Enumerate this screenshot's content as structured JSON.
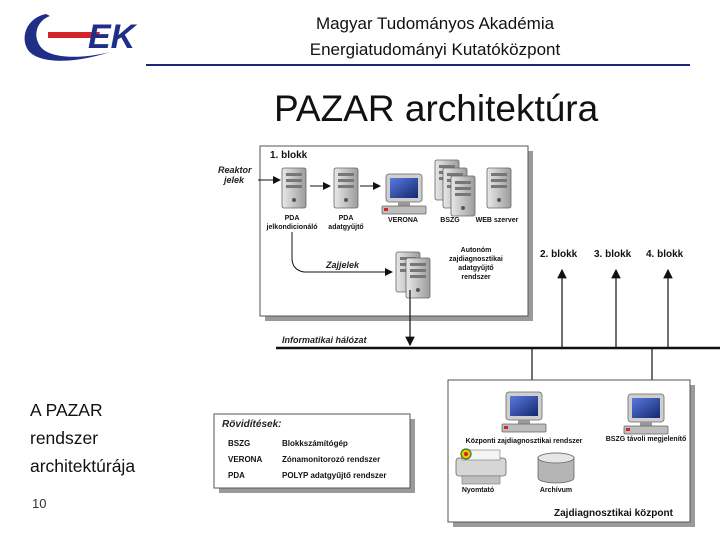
{
  "header": {
    "line1": "Magyar Tudományos Akadémia",
    "line2": "Energiatudományi Kutatóközpont",
    "logo_text": "EK"
  },
  "title": "PAZAR architektúra",
  "sidebar": {
    "lines": [
      "A PAZAR",
      "rendszer",
      "architektúrája"
    ]
  },
  "page_number": "10",
  "diagram": {
    "block1": {
      "title": "1. blokk",
      "input_label": [
        "Reaktor",
        "jelek"
      ],
      "devices": [
        {
          "label": [
            "PDA",
            "jelkondicionáló"
          ],
          "icon": "server-tower-icon"
        },
        {
          "label": [
            "PDA",
            "adatgyűjtő"
          ],
          "icon": "server-tower-icon"
        },
        {
          "label": [
            "VERONA"
          ],
          "icon": "workstation-icon"
        },
        {
          "label": [
            "BSZG"
          ],
          "icon": "server-cluster-icon"
        },
        {
          "label": [
            "WEB szerver"
          ],
          "icon": "server-tower-icon"
        }
      ],
      "noise_label": "Zajjelek",
      "autonomous": [
        "Autonóm",
        "zajdiagnosztikai",
        "adatgyűjtő",
        "rendszer"
      ]
    },
    "other_blocks": [
      "2. blokk",
      "3. blokk",
      "4. blokk"
    ],
    "network_label": "Informatikai hálózat",
    "legend": {
      "title": "Rövidítések:",
      "rows": [
        {
          "abbr": "BSZG",
          "meaning": "Blokkszámítógép"
        },
        {
          "abbr": "VERONA",
          "meaning": "Zónamonitorozó rendszer"
        },
        {
          "abbr": "PDA",
          "meaning": "POLYP adatgyűjtő rendszer"
        }
      ]
    },
    "center": {
      "title": "Zajdiagnosztikai központ",
      "main_system": "Központi zajdiagnosztikai rendszer",
      "remote": "BSZG távoli megjelenítő",
      "printer": "Nyomtató",
      "archive": "Archívum"
    }
  },
  "colors": {
    "header_rule": "#1a2a78",
    "logo_blue": "#1f2e86",
    "logo_red": "#d3242b",
    "panel_fill": "#ffffff",
    "panel_shadow": "#9a9a9a",
    "server_gray": "#c8c8c8",
    "screen_blue": "#1d3fa8"
  }
}
